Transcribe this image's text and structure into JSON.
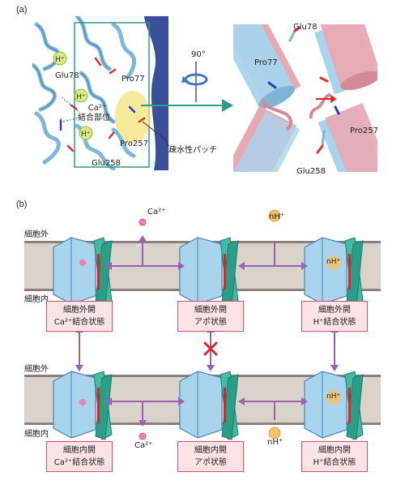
{
  "panel_a": {
    "label": "(a)",
    "rotation": "90°",
    "left_labels": {
      "h_plus": "H⁺",
      "glu78": "Glu78",
      "pro77": "Pro77",
      "ca_site_line1": "Ca²⁺",
      "ca_site_line2": "結合部位",
      "pro257": "Pro257",
      "glu258": "Glu258",
      "hydrophobic_patch": "疎水性パッチ"
    },
    "right_labels": {
      "glu78": "Glu78",
      "pro77": "Pro77",
      "pro257": "Pro257",
      "glu258": "Glu258"
    }
  },
  "panel_b": {
    "label": "(b)",
    "outside": "細胞外",
    "inside": "細胞内",
    "ca": "Ca²⁺",
    "nh": "nH⁺",
    "nh_in_channel": "nH⁺",
    "states": {
      "out_ca": [
        "細胞外開",
        "Ca²⁺結合状態"
      ],
      "out_apo": [
        "細胞外開",
        "アポ状態"
      ],
      "out_h": [
        "細胞外開",
        "H⁺結合状態"
      ],
      "in_ca": [
        "細胞内開",
        "Ca²⁺結合状態"
      ],
      "in_apo": [
        "細胞内開",
        "アポ状態"
      ],
      "in_h": [
        "細胞内開",
        "H⁺結合状態"
      ]
    }
  },
  "colors": {
    "helix_blue": "#a8d4ee",
    "helix_pink": "#e9a9b3",
    "teal": "#2a9e88",
    "arrow_purple": "#9b5fb5",
    "membrane": "#d9d3cc",
    "red_x": "#d8262d",
    "ca_pink": "#f07fb7",
    "h_yellow": "#f5c26b"
  }
}
